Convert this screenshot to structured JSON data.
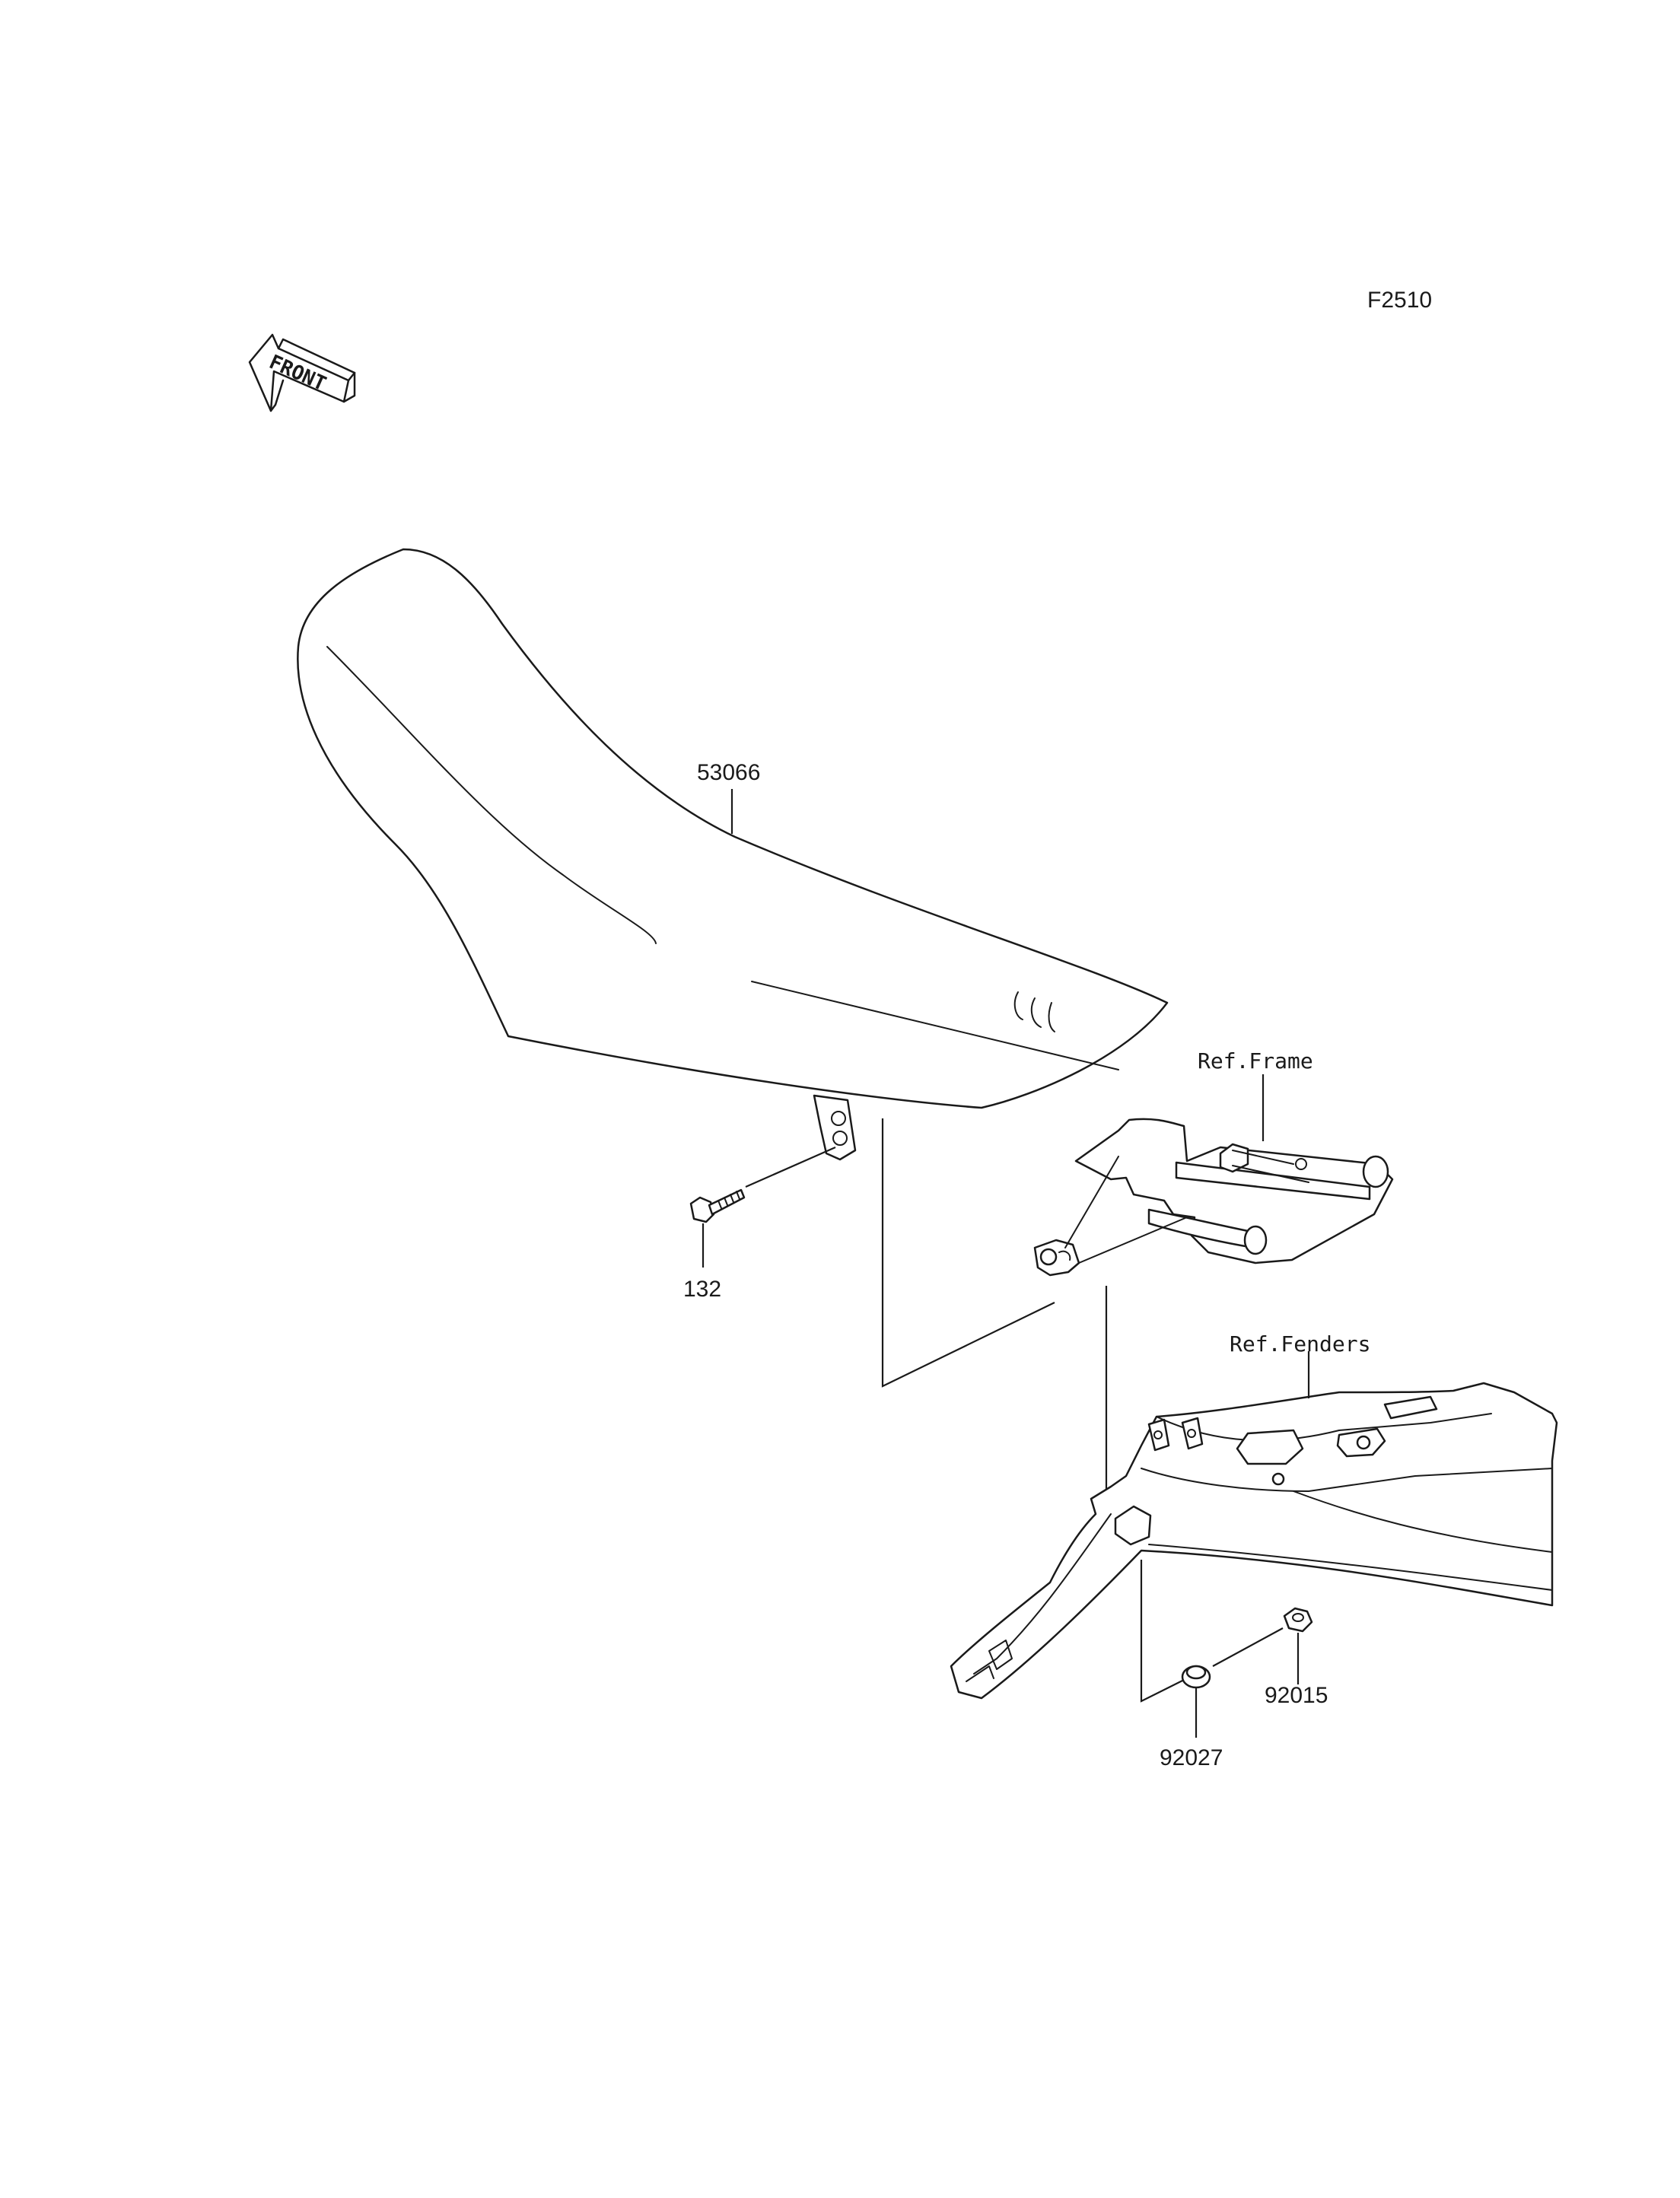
{
  "diagram_code": "F2510",
  "front_arrow_text": "FRONT",
  "parts": [
    {
      "number": "53066",
      "name": "seat"
    },
    {
      "number": "132",
      "name": "bolt"
    },
    {
      "number": "92015",
      "name": "nut"
    },
    {
      "number": "92027",
      "name": "collar"
    }
  ],
  "references": [
    "Ref.Frame",
    "Ref.Fenders"
  ]
}
